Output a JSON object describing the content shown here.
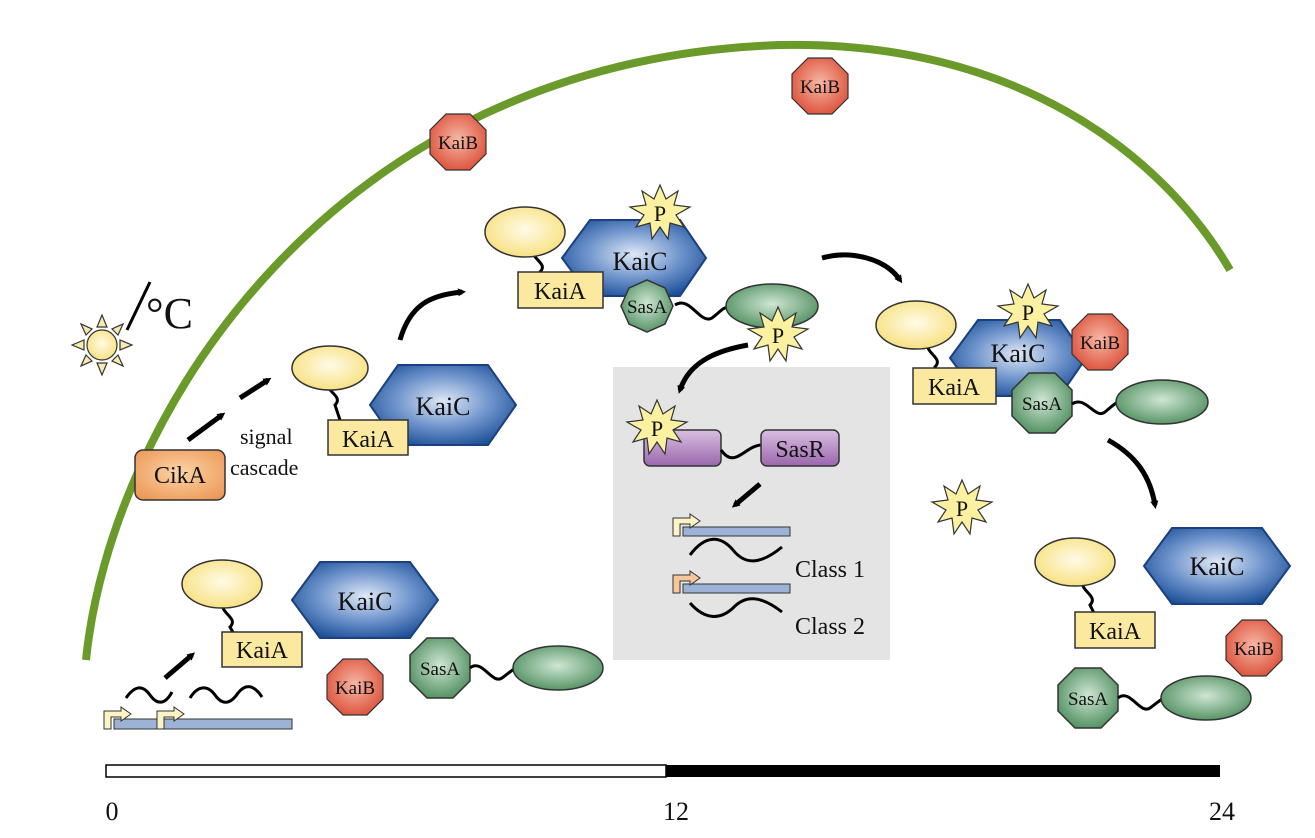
{
  "diagram": {
    "title": "KaiABC circadian clock and SasA-SasR output pathway",
    "input": {
      "temperature_symbol": "°C",
      "cikA_label": "CikA",
      "signal_label": "signal",
      "cascade_label": "cascade"
    },
    "proteins": {
      "kaiA": "KaiA",
      "kaiB": "KaiB",
      "kaiC": "KaiC",
      "sasA": "SasA",
      "sasR": "SasR",
      "phosphate": "P"
    },
    "output_box": {
      "class1_label": "Class 1",
      "class2_label": "Class 2"
    },
    "timeline": {
      "ticks": [
        "0",
        "12",
        "24"
      ],
      "light_phase_fraction": 0.5,
      "light_color": "#ffffff",
      "dark_color": "#000000"
    },
    "colors": {
      "arc": "#6a9a2a",
      "kaiA_fill": "#fbe9a0",
      "kaiC_fill": "#2d62a8",
      "kaiB_fill": "#e0604a",
      "sasA_fill": "#5c9a6c",
      "sasR_fill": "#a878b8",
      "cikA_fill": "#f0a060",
      "phospho_fill": "#fbf1a0",
      "box_fill": "#e4e4e4",
      "dna_fill": "#9db3d6"
    }
  }
}
